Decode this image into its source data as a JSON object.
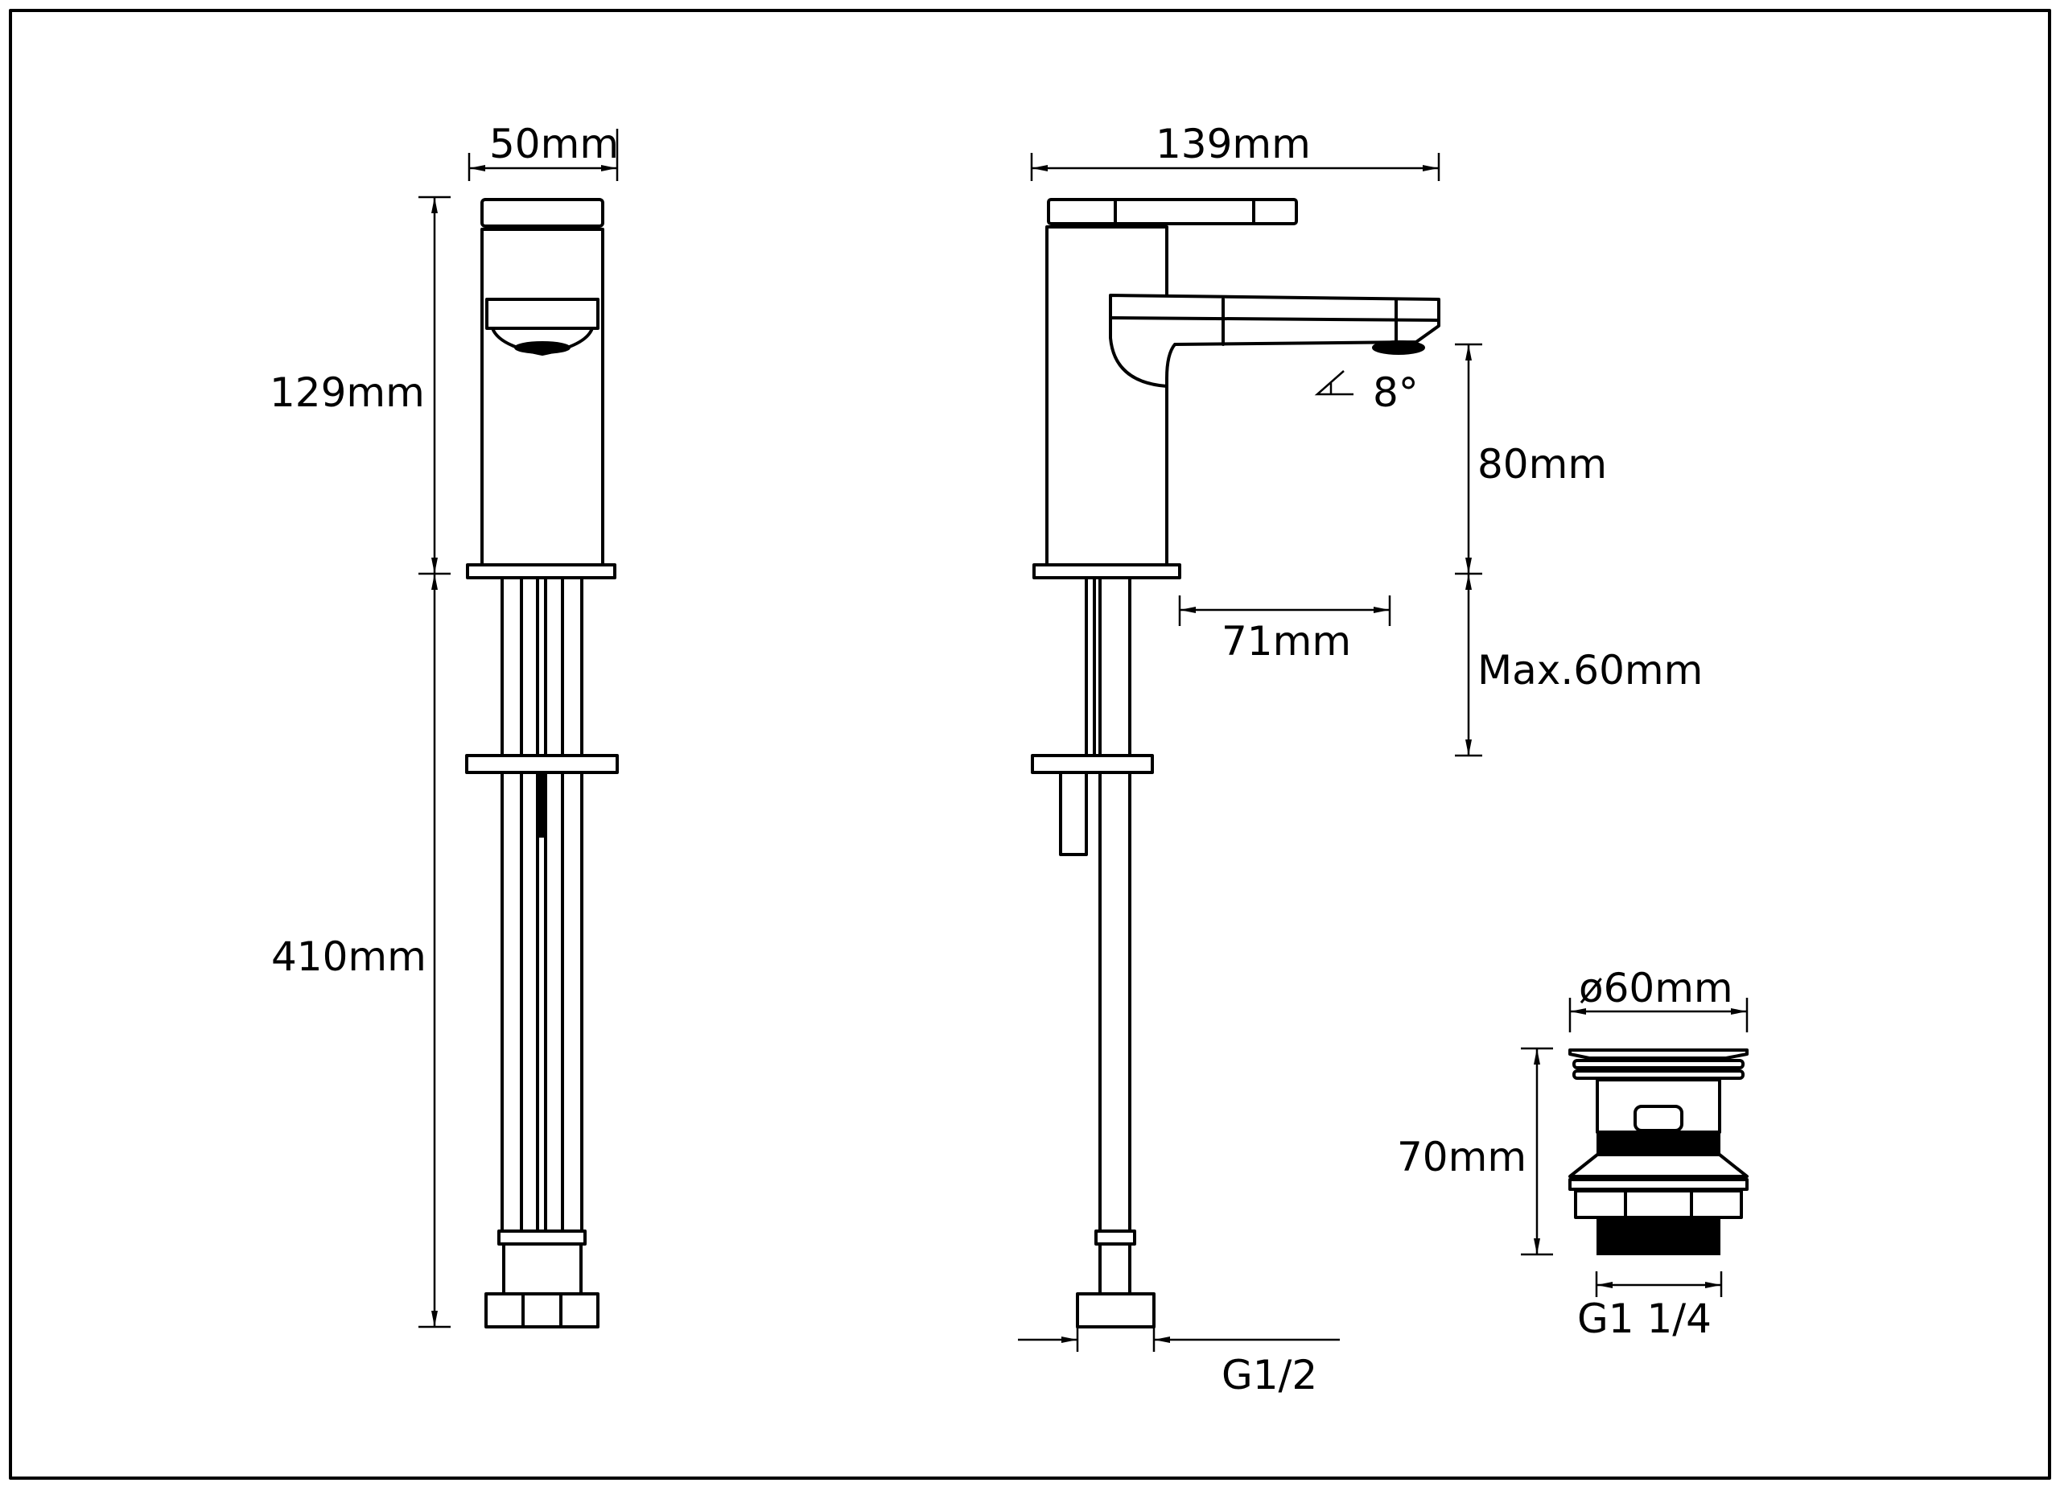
{
  "front_view": {
    "width_label": "50mm",
    "body_height_label": "129mm",
    "hose_length_label": "410mm"
  },
  "side_view": {
    "total_length_label": "139mm",
    "spout_angle_label": "8°",
    "spout_height_label": "80mm",
    "spout_reach_label": "71mm",
    "max_deck_label": "Max.60mm",
    "connection_label": "G1/2"
  },
  "waste": {
    "diameter_label": "ø60mm",
    "height_label": "70mm",
    "thread_label": "G1 1/4"
  }
}
